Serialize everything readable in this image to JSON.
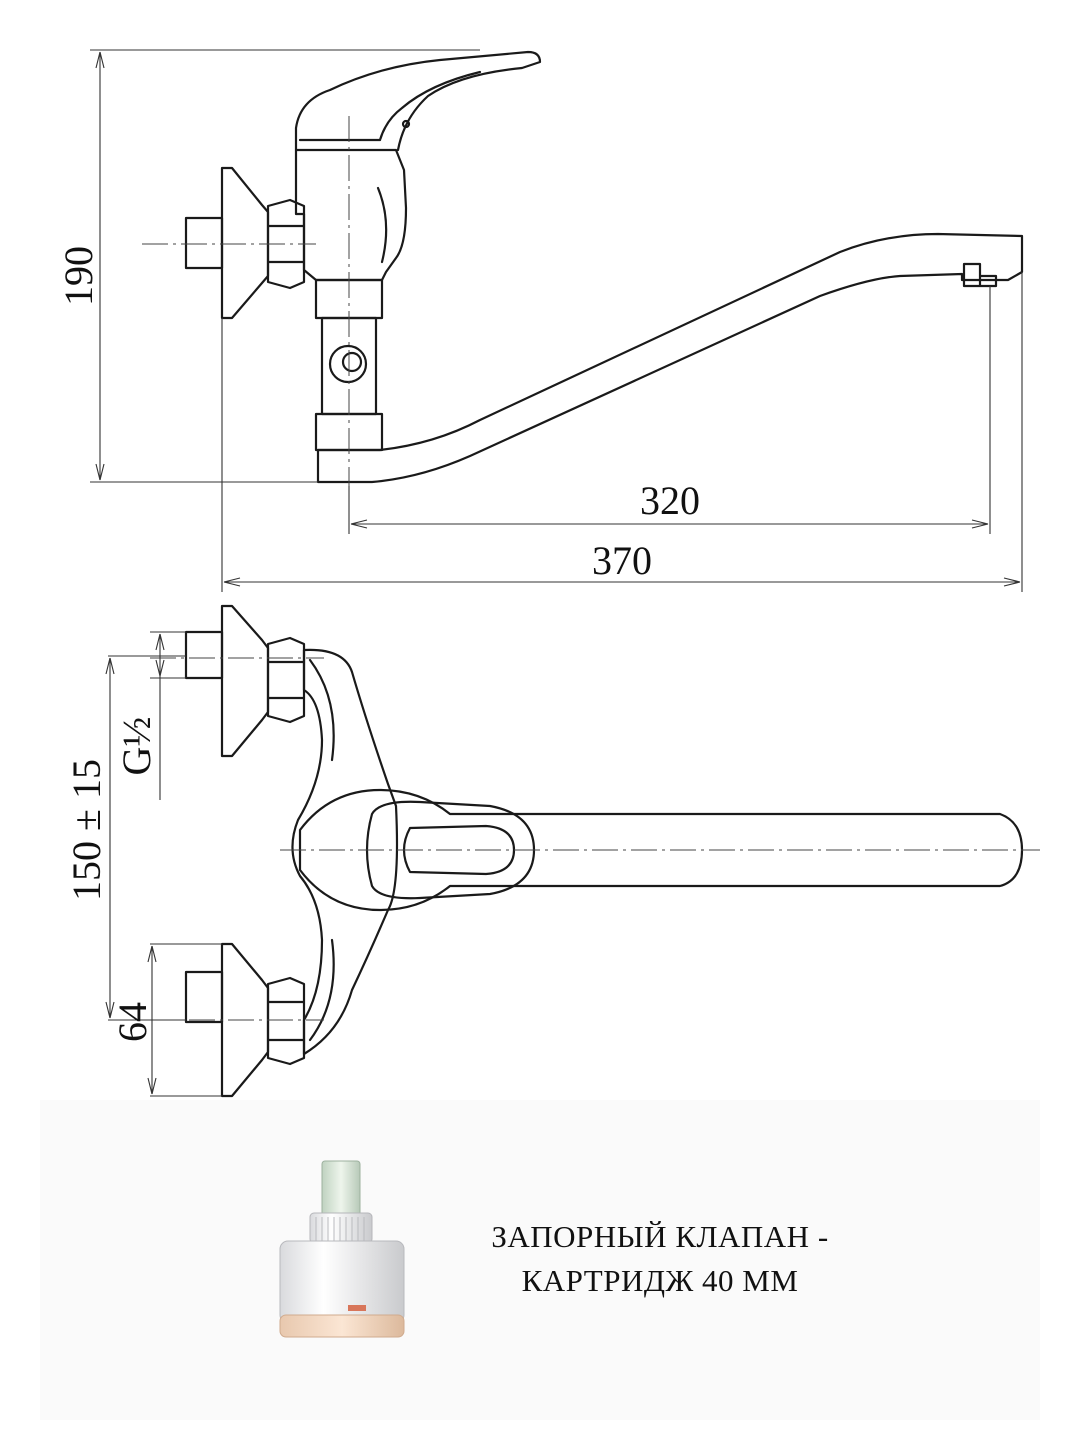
{
  "dimensions": {
    "height_total": "190",
    "spout_reach": "320",
    "overall_length": "370",
    "inlet_spacing": "150 ± 15",
    "thread": "G½",
    "inlet_offset": "64"
  },
  "caption": {
    "line1": "ЗАПОРНЫЙ КЛАПАН -",
    "line2": "КАРТРИДЖ 40 ММ"
  }
}
